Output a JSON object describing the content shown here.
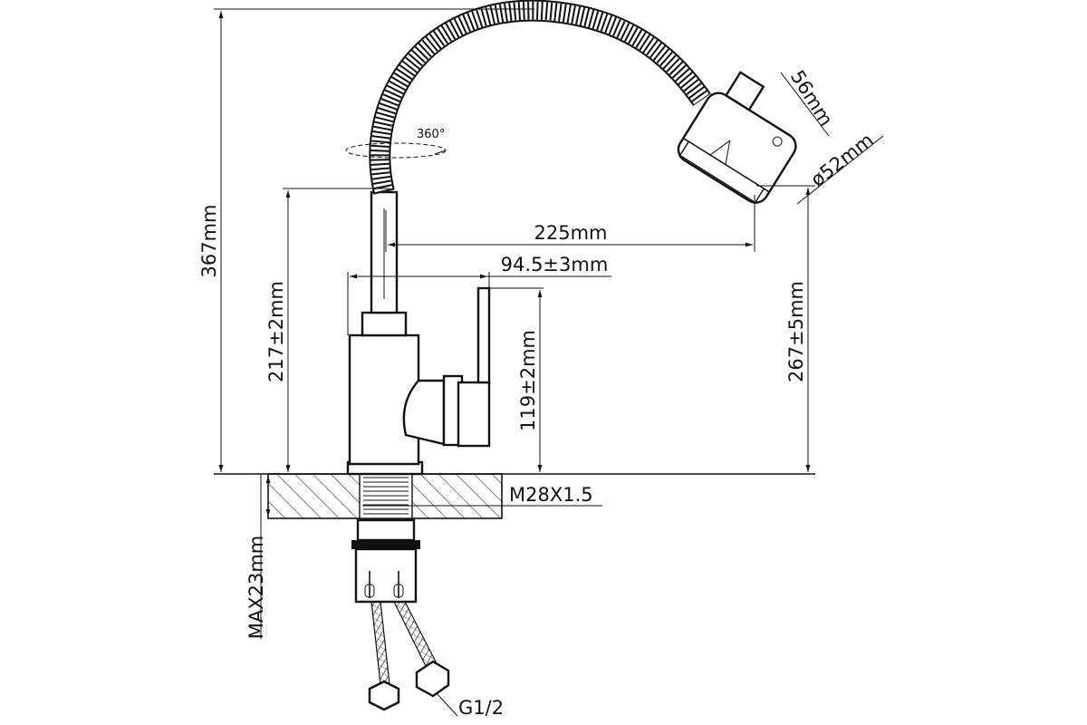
{
  "dimensions": {
    "total_height": "367mm",
    "spout_height": "217±2mm",
    "handle_height": "119±2mm",
    "head_height": "267±5mm",
    "reach": "225mm",
    "body_width": "94.5±3mm",
    "head_depth": "56mm",
    "head_diameter": "ø52mm",
    "thread": "M28X1.5",
    "mount_thickness": "MAX23mm",
    "hose_thread": "G1/2",
    "rotation": "360°"
  }
}
